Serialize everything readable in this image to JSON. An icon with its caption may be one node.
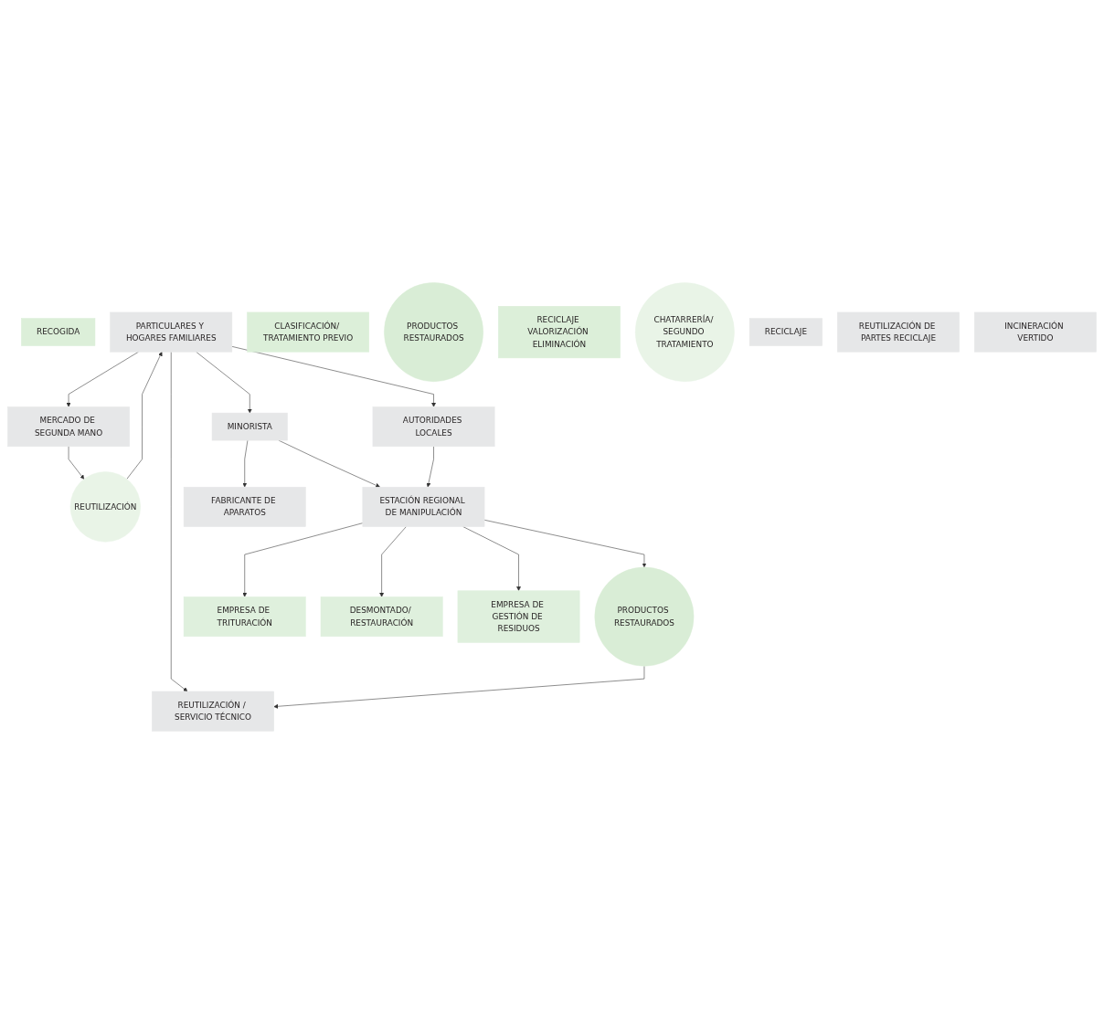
{
  "diagram": {
    "nodes": [
      {
        "text": [
          "RECOGIDA"
        ]
      },
      {
        "text": [
          "PARTICULARES Y HOGARES FAMILIARES"
        ]
      },
      {
        "text": [
          "REUTILIZACIÓN"
        ]
      },
      {
        "text": [
          "MINORISTA"
        ]
      },
      {
        "text": [
          "AUTORIDADES LOCALES"
        ]
      },
      {
        "text": [
          "REUTILIZACIÓN / SERVICIO TÉCNICO"
        ]
      },
      {
        "text": [
          "MERCADO DE SEGUNDA MANO"
        ]
      },
      {
        "text": [
          "ESTACIÓN REGIONAL DE MANIPULACIÓN"
        ]
      },
      {
        "text": [
          "PRODUCTOS RESTAURADOS"
        ]
      },
      {
        "text": [
          "CLASIFICACIÓN/ TRATAMIENTO PREVIO"
        ]
      },
      {
        "text": [
          "FABRICANTE DE APARATOS"
        ]
      },
      {
        "text": [
          "PRODUCTOS RESTAURADOS"
        ]
      },
      {
        "text": [
          "EMPRESA DE TRITURACIÓN"
        ]
      },
      {
        "text": [
          "DESMONTADO/ RESTAURACIÓN"
        ]
      },
      {
        "text": [
          "EMPRESA DE GESTIÓN DE RESIDUOS"
        ]
      },
      {
        "text": [
          "RECICLAJE VALORIZACIÓN ELIMINACIÓN"
        ]
      },
      {
        "text": [
          "CHATARRERÍA/ SEGUNDO TRATAMIENTO"
        ]
      },
      {
        "text": [
          "RECICLAJE"
        ]
      },
      {
        "text": [
          "REUTILIZACIÓN DE PARTES RECICLAJE"
        ]
      },
      {
        "text": [
          "INCINERACIÓN VERTIDO"
        ]
      }
    ],
    "edges": [
      {
        "from": 1,
        "to": 3,
        "arrow": "to"
      },
      {
        "from": 1,
        "to": 4,
        "arrow": "to"
      },
      {
        "from": 1,
        "to": 5,
        "arrow": "to"
      },
      {
        "from": 1,
        "to": 6,
        "arrow": "to"
      },
      {
        "from": 2,
        "to": 1,
        "arrow": "to"
      },
      {
        "from": 6,
        "to": 2,
        "arrow": "to"
      },
      {
        "from": 8,
        "to": 5,
        "arrow": "to"
      },
      {
        "from": 3,
        "to": 10,
        "arrow": "to"
      },
      {
        "from": 3,
        "to": 7,
        "arrow": "to"
      },
      {
        "from": 4,
        "to": 7,
        "arrow": "to"
      },
      {
        "from": 7,
        "to": 8,
        "arrow": "to"
      },
      {
        "from": 7,
        "to": 12,
        "arrow": "to"
      },
      {
        "from": 7,
        "to": 13,
        "arrow": "to"
      },
      {
        "from": 7,
        "to": 14,
        "arrow": "to"
      }
    ]
  }
}
